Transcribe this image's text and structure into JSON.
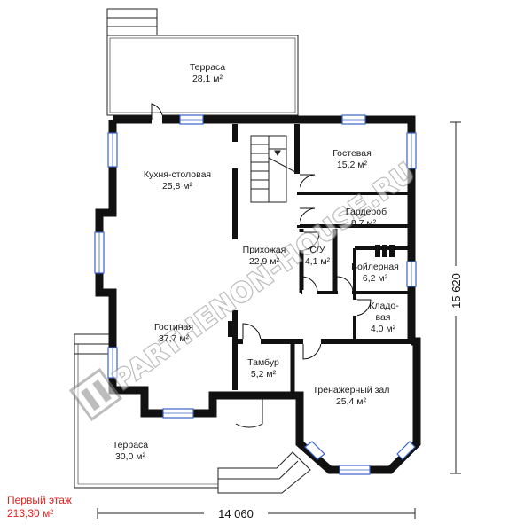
{
  "floor": {
    "title": "Первый этаж",
    "total_area": "213,30 м²"
  },
  "dimensions": {
    "width": "14 060",
    "depth": "15 620"
  },
  "watermark": {
    "text": "PARTHENON-HOUSE.RU"
  },
  "rooms": [
    {
      "name": "Терраса",
      "area": "28,1 м²"
    },
    {
      "name": "Кухня-столовая",
      "area": "25,8 м²"
    },
    {
      "name": "Гостевая",
      "area": "15,2 м²"
    },
    {
      "name": "Гардероб",
      "area": "8,7 м²"
    },
    {
      "name": "Прихожая",
      "area": "22,9 м²"
    },
    {
      "name": "С/У",
      "area": "4,1 м²"
    },
    {
      "name": "Бойлерная",
      "area": "6,2 м²"
    },
    {
      "name": "Кладо-",
      "area": "вая"
    },
    {
      "name": "Гостиная",
      "area": "37,7 м²"
    },
    {
      "name": "Тамбур",
      "area": "5,2 м²"
    },
    {
      "name": "Тренажерный зал",
      "area": "25,4 м²"
    },
    {
      "name": "Терраса",
      "area": "30,0 м²"
    }
  ],
  "pantry_area": "4,0 м²",
  "colors": {
    "wall": "#111111",
    "window": "#3a63c9",
    "title": "#e0201b",
    "line": "#222222"
  }
}
